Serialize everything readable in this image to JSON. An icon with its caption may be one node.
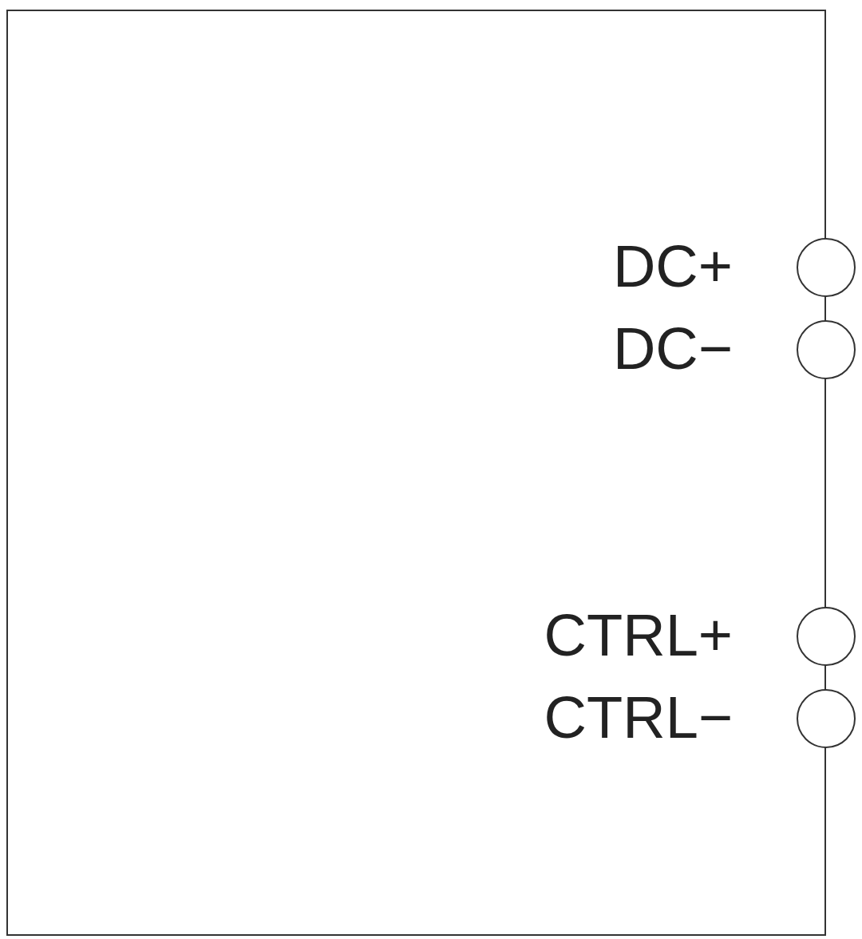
{
  "diagram": {
    "nodes": [
      {
        "text": [],
        "shape": "box"
      },
      {
        "text": [],
        "shape": "circle"
      },
      {
        "text": [],
        "shape": "circle"
      },
      {
        "text": [],
        "shape": "circle"
      },
      {
        "text": [],
        "shape": "circle"
      }
    ],
    "labels": [
      "DC+",
      "DC−",
      "CTRL+",
      "CTRL−"
    ]
  }
}
